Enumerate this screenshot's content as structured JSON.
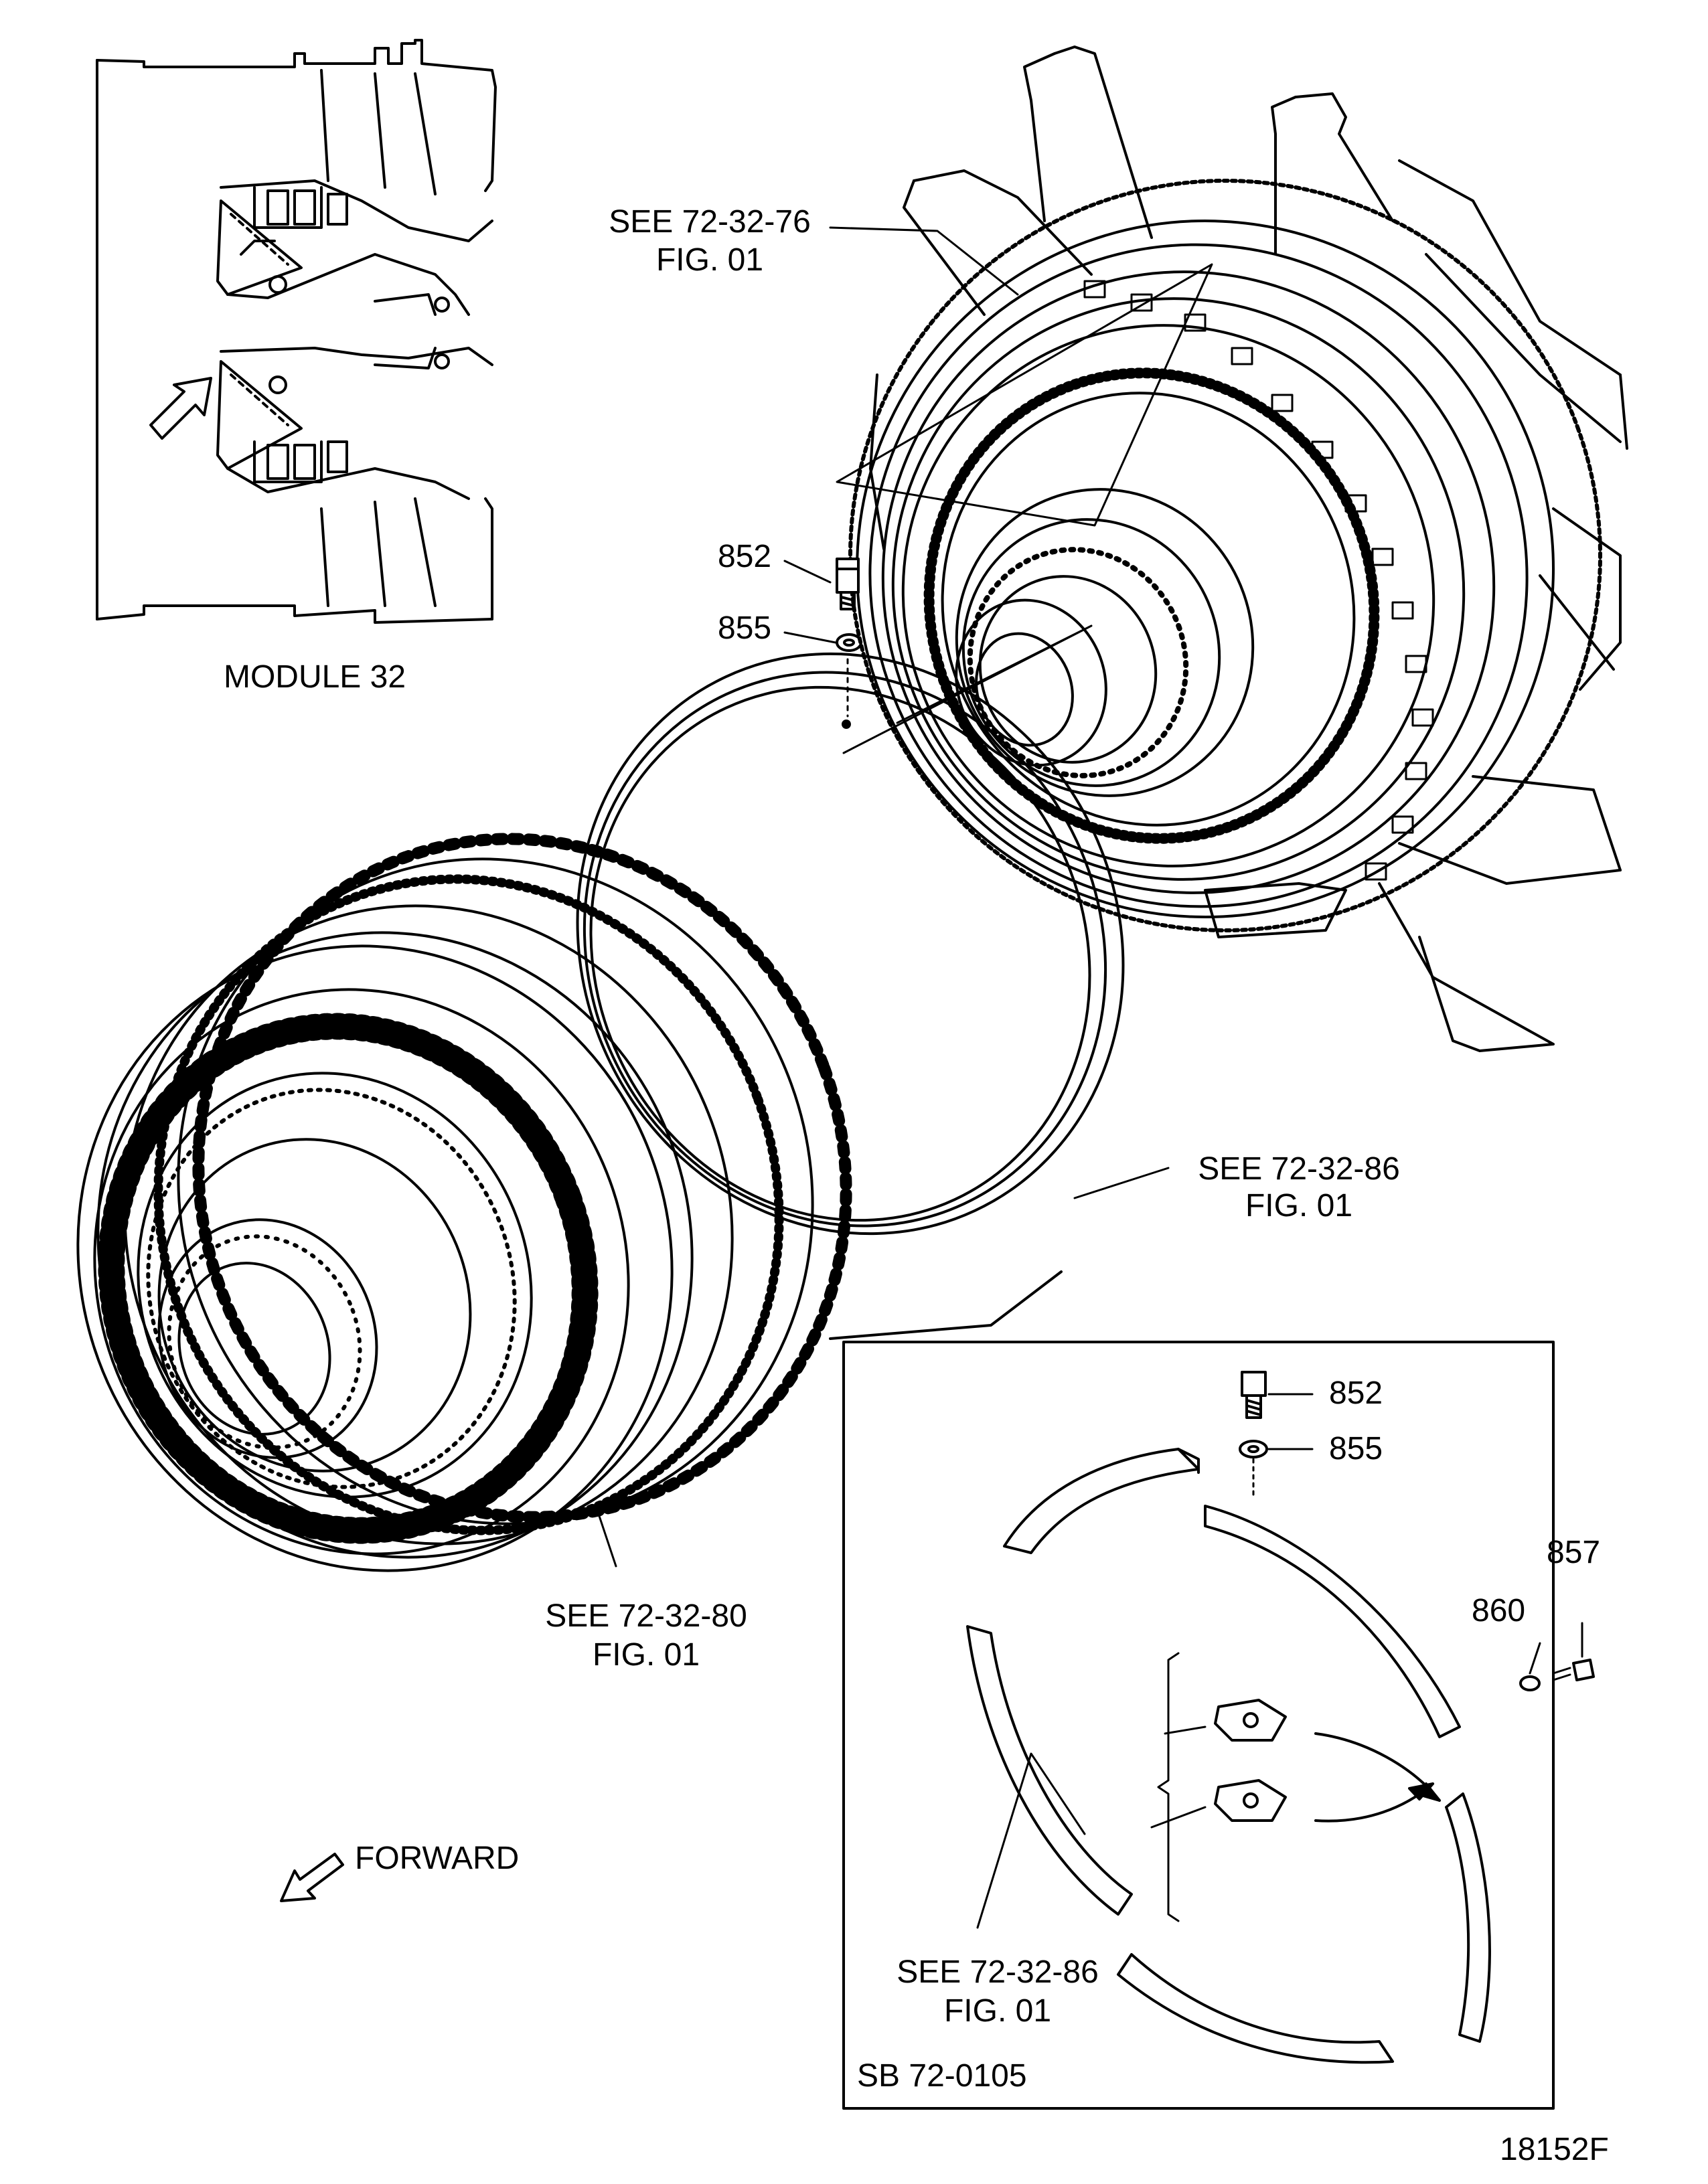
{
  "inset_caption": "MODULE 32",
  "refs": {
    "r1": {
      "see": "SEE  72-32-76",
      "fig": "FIG.  01"
    },
    "r2": {
      "see": "SEE  72-32-86",
      "fig": "FIG.  01"
    },
    "r3": {
      "see": "SEE  72-32-80",
      "fig": "FIG.  01"
    },
    "r4": {
      "see": "SEE  72-32-86",
      "fig": "FIG.  01"
    }
  },
  "callouts": {
    "main_852": "852",
    "main_855": "855",
    "detail_852": "852",
    "detail_855": "855",
    "detail_857": "857",
    "detail_860": "860"
  },
  "forward_label": "FORWARD",
  "detail_box_label": "SB  72-0105",
  "figure_id": "18152F"
}
